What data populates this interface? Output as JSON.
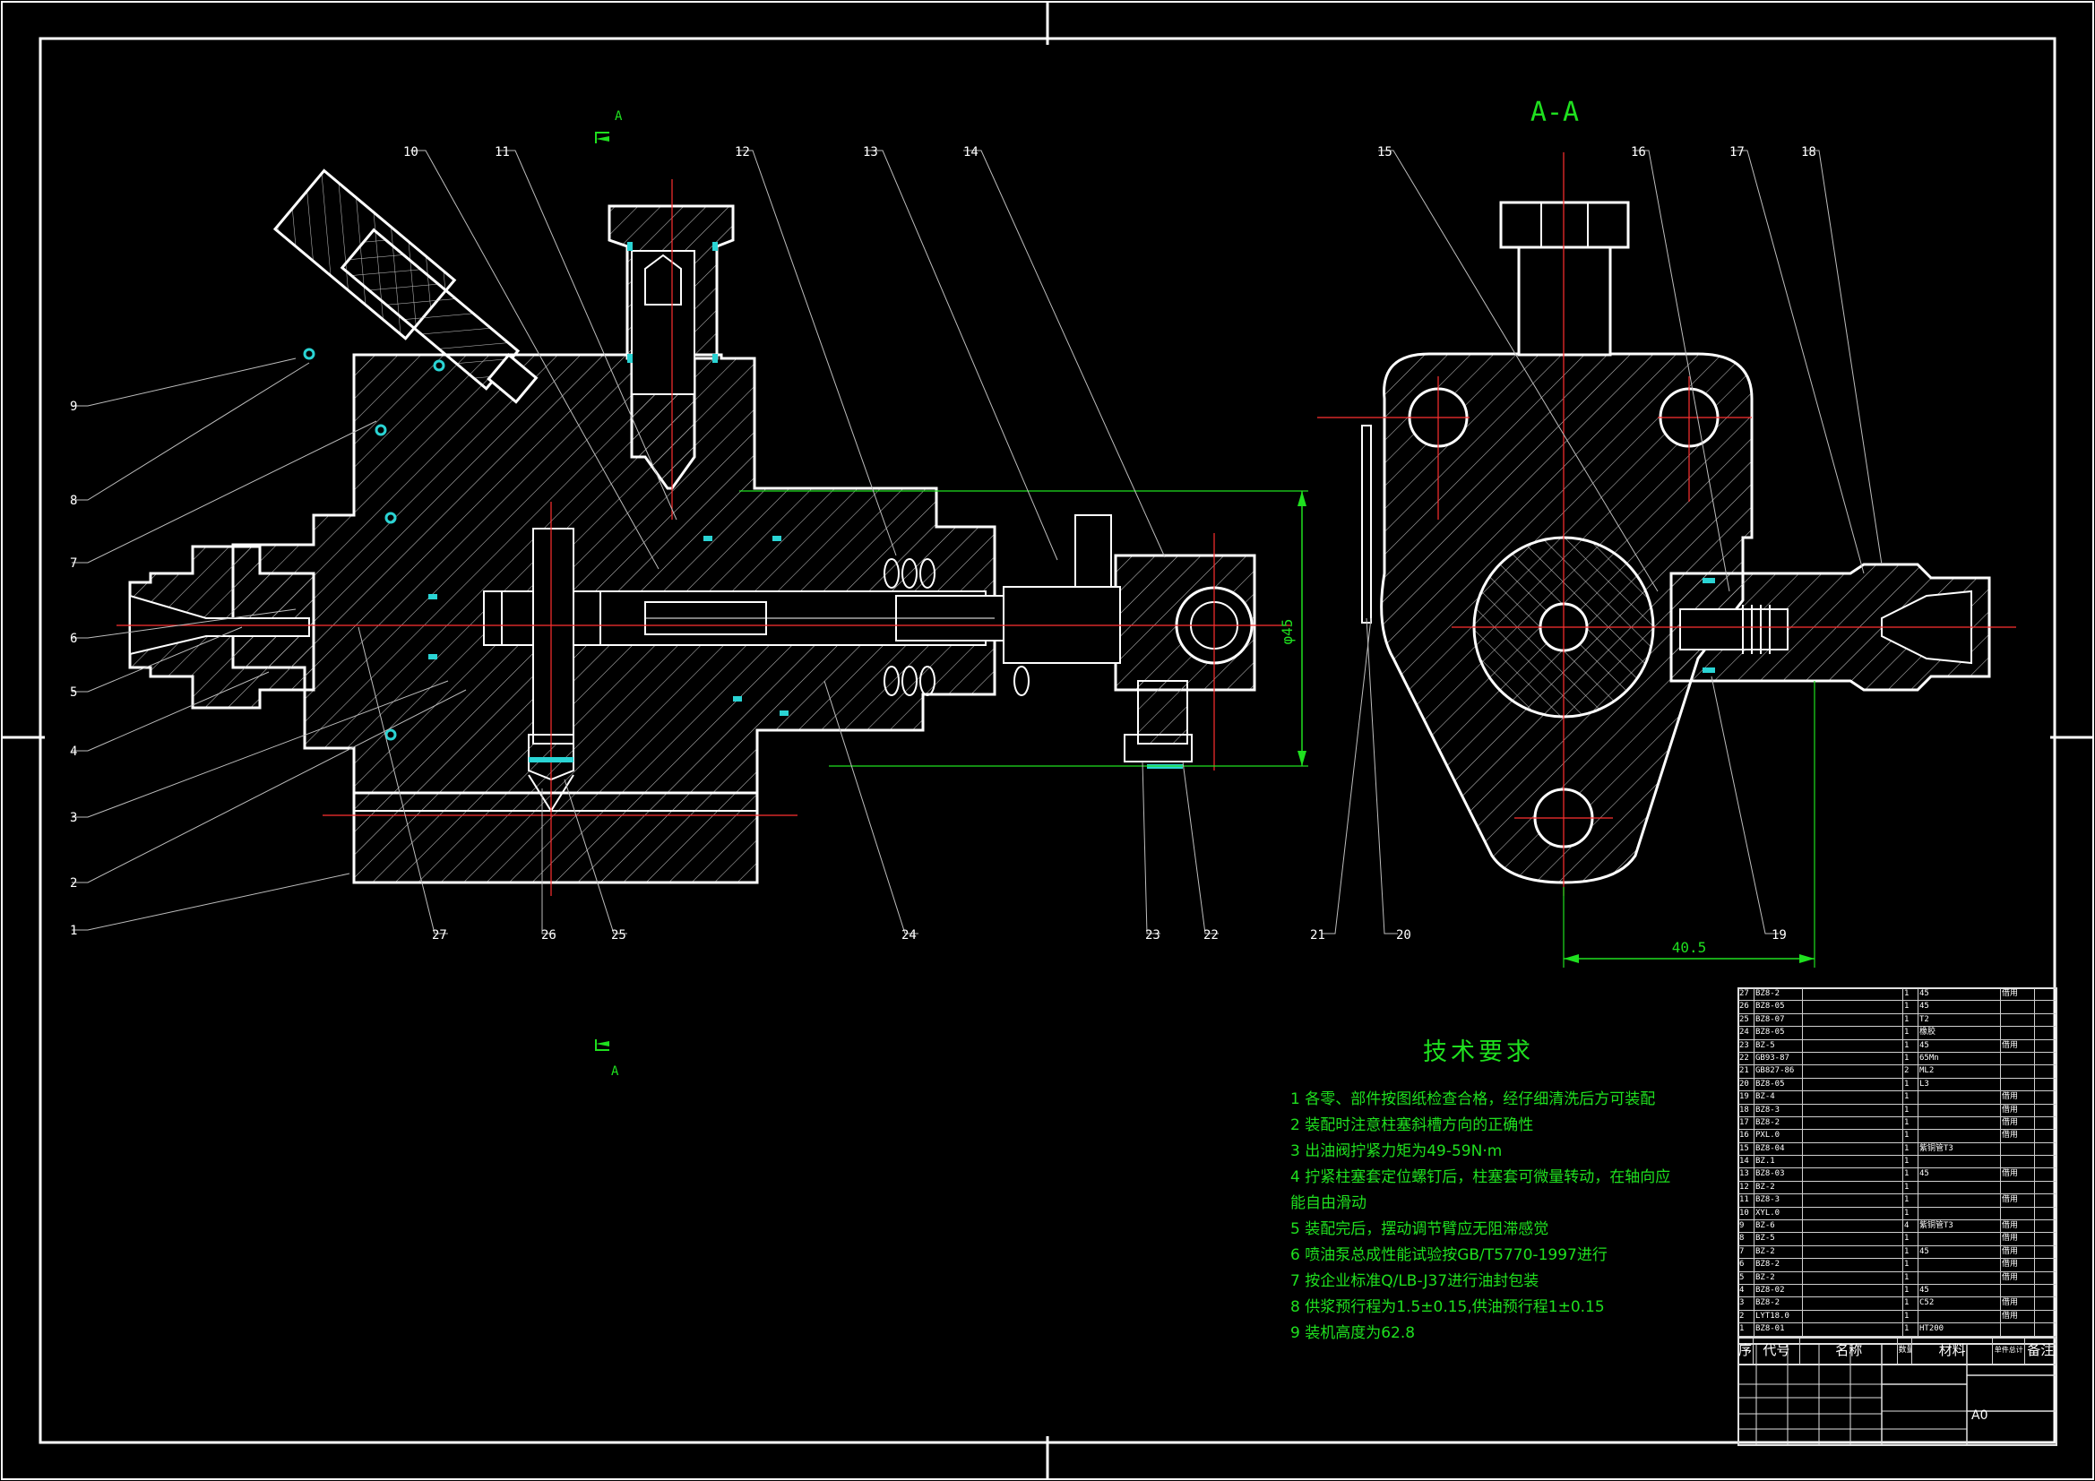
{
  "drawing": {
    "section_view_title": "A-A",
    "section_marker": "A",
    "dimension_height": "φ45",
    "dimension_width": "40.5",
    "part_labels_left": [
      "10",
      "11",
      "12",
      "13",
      "14",
      "9",
      "8",
      "7",
      "6",
      "5",
      "4",
      "3",
      "2",
      "1",
      "27",
      "26",
      "25",
      "24",
      "23",
      "22"
    ],
    "part_labels_right": [
      "15",
      "16",
      "17",
      "18",
      "21",
      "20",
      "19"
    ]
  },
  "technical_requirements": {
    "title": "技术要求",
    "items": [
      "1 各零、部件按图纸检查合格，经仔细清洗后方可装配",
      "2 装配时注意柱塞斜槽方向的正确性",
      "3 出油阀拧紧力矩为49-59N·m",
      "4 拧紧柱塞套定位螺钉后，柱塞套可微量转动，在轴向应",
      "  能自由滑动",
      "5 装配完后，摆动调节臂应无阻滞感觉",
      "6 喷油泵总成性能试验按GB/T5770-1997进行",
      "7 按企业标准Q/LB-J37进行油封包装",
      "8 供浆预行程为1.5±0.15,供油预行程1±0.15",
      "9 装机高度为62.8"
    ]
  },
  "bom": {
    "rows": [
      [
        "27",
        "BZ8-2",
        "",
        "1",
        "45",
        "借用"
      ],
      [
        "26",
        "BZ8-05",
        "",
        "1",
        "45",
        ""
      ],
      [
        "25",
        "BZ8-07",
        "",
        "1",
        "T2",
        ""
      ],
      [
        "24",
        "BZ8-05",
        "",
        "1",
        "橡胶",
        ""
      ],
      [
        "23",
        "BZ-5",
        "",
        "1",
        "45",
        "借用"
      ],
      [
        "22",
        "GB93-87",
        "",
        "1",
        "65Mn",
        ""
      ],
      [
        "21",
        "GB827-86",
        "",
        "2",
        "ML2",
        ""
      ],
      [
        "20",
        "BZ8-05",
        "",
        "1",
        "L3",
        ""
      ],
      [
        "19",
        "BZ-4",
        "",
        "1",
        "",
        "借用"
      ],
      [
        "18",
        "BZ8-3",
        "",
        "1",
        "",
        "借用"
      ],
      [
        "17",
        "BZ8-2",
        "",
        "1",
        "",
        "借用"
      ],
      [
        "16",
        "PXL.0",
        "",
        "1",
        "",
        "借用"
      ],
      [
        "15",
        "BZ8-04",
        "",
        "1",
        "紫铜管T3",
        ""
      ],
      [
        "14",
        "BZ.1",
        "",
        "1",
        "",
        ""
      ],
      [
        "13",
        "BZ8-03",
        "",
        "1",
        "45",
        "借用"
      ],
      [
        "12",
        "BZ-2",
        "",
        "1",
        "",
        ""
      ],
      [
        "11",
        "BZ8-3",
        "",
        "1",
        "",
        "借用"
      ],
      [
        "10",
        "XYL.0",
        "",
        "1",
        "",
        ""
      ],
      [
        "9",
        "BZ-6",
        "",
        "4",
        "紫铜管T3",
        "借用"
      ],
      [
        "8",
        "BZ-5",
        "",
        "1",
        "",
        "借用"
      ],
      [
        "7",
        "BZ-2",
        "",
        "1",
        "45",
        "借用"
      ],
      [
        "6",
        "BZ8-2",
        "",
        "1",
        "",
        "借用"
      ],
      [
        "5",
        "BZ-2",
        "",
        "1",
        "",
        "借用"
      ],
      [
        "4",
        "BZ8-02",
        "",
        "1",
        "45",
        ""
      ],
      [
        "3",
        "BZ8-2",
        "",
        "1",
        "C52",
        "借用"
      ],
      [
        "2",
        "LYT18.0",
        "",
        "1",
        "",
        "借用"
      ],
      [
        "1",
        "BZ8-01",
        "",
        "1",
        "HT200",
        ""
      ]
    ],
    "header": [
      "序号",
      "代号",
      "名称",
      "数量",
      "材料",
      "单件总计",
      "备注"
    ],
    "sheet_size": "A0"
  }
}
